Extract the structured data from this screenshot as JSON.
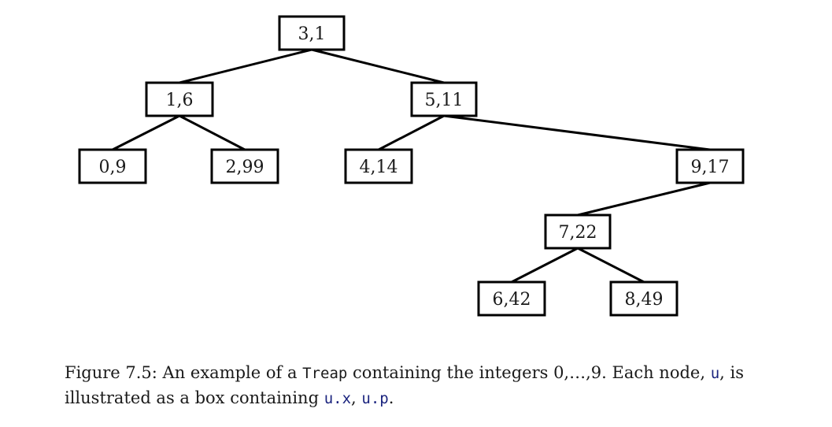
{
  "diagram": {
    "nodes": [
      {
        "id": "n31",
        "label": "3,1"
      },
      {
        "id": "n16",
        "label": "1,6"
      },
      {
        "id": "n511",
        "label": "5,11"
      },
      {
        "id": "n09",
        "label": "0,9"
      },
      {
        "id": "n299",
        "label": "2,99"
      },
      {
        "id": "n414",
        "label": "4,14"
      },
      {
        "id": "n917",
        "label": "9,17"
      },
      {
        "id": "n722",
        "label": "7,22"
      },
      {
        "id": "n642",
        "label": "6,42"
      },
      {
        "id": "n849",
        "label": "8,49"
      }
    ],
    "edges": [
      [
        "n31",
        "n16"
      ],
      [
        "n31",
        "n511"
      ],
      [
        "n16",
        "n09"
      ],
      [
        "n16",
        "n299"
      ],
      [
        "n511",
        "n414"
      ],
      [
        "n511",
        "n917"
      ],
      [
        "n917",
        "n722"
      ],
      [
        "n722",
        "n642"
      ],
      [
        "n722",
        "n849"
      ]
    ]
  },
  "caption": {
    "part1": "Figure 7.5: An example of a ",
    "treap": "Treap",
    "part2": " containing the integers 0,…,9. Each node, ",
    "u": "u",
    "part3": ", is illustrated as a box containing ",
    "ux": "u.x",
    "comma": ", ",
    "up": "u.p",
    "end": "."
  }
}
